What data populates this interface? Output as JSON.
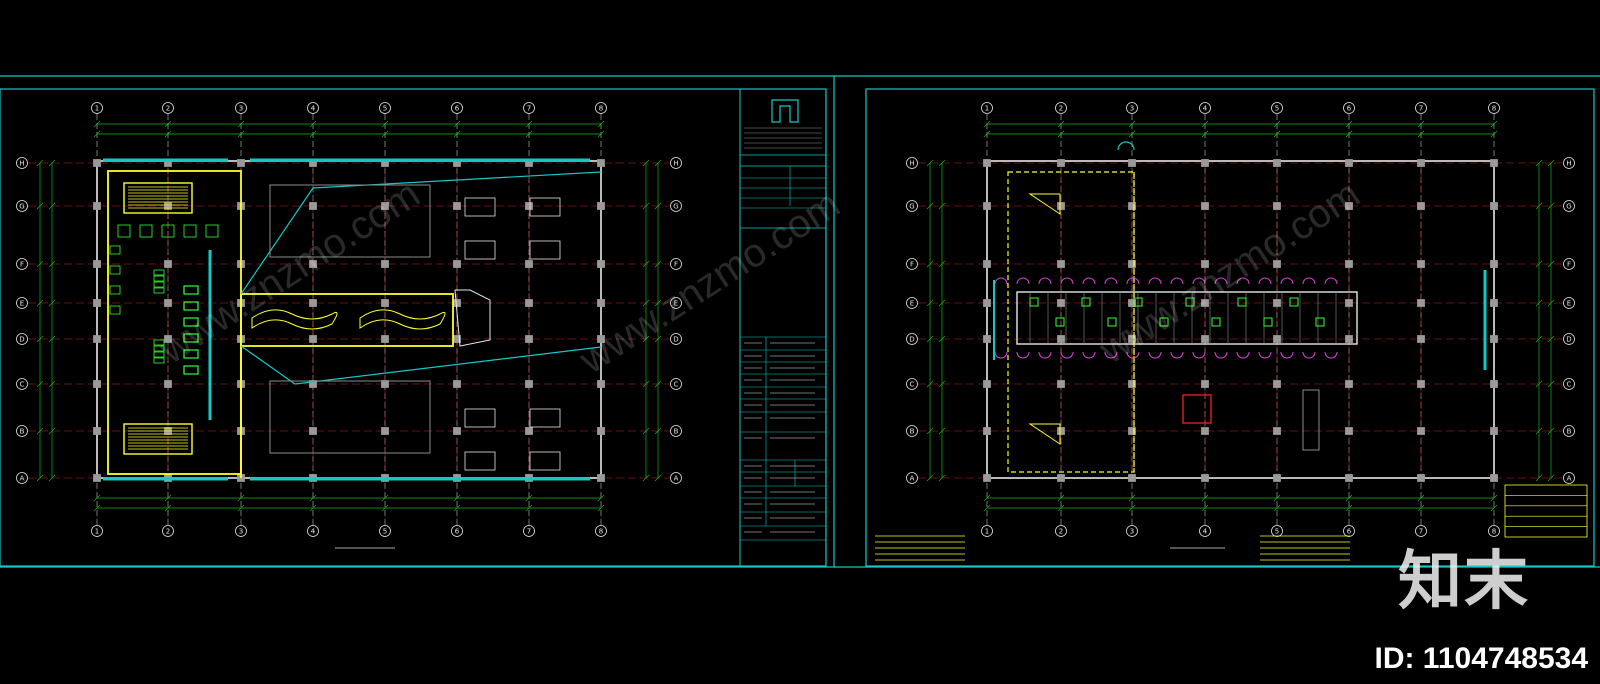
{
  "colors": {
    "frame": "#14c8c8",
    "grid_dim": "#19b419",
    "axis": "#e6e6e6",
    "wall": "#e8e8e8",
    "column": "#9a9a9a",
    "yellow": "#ffff28",
    "green": "#33ff33",
    "magenta": "#e040e0",
    "red": "#d02020",
    "gray": "#8c8c8c"
  },
  "grid": {
    "cols": [
      "1",
      "2",
      "3",
      "4",
      "5",
      "6",
      "7",
      "8"
    ],
    "rows": [
      "A",
      "B",
      "C",
      "D",
      "E",
      "F",
      "G",
      "H"
    ]
  },
  "watermark": {
    "brand": "知末",
    "id": "ID: 1104748534",
    "site": "www.znzmo.com"
  }
}
